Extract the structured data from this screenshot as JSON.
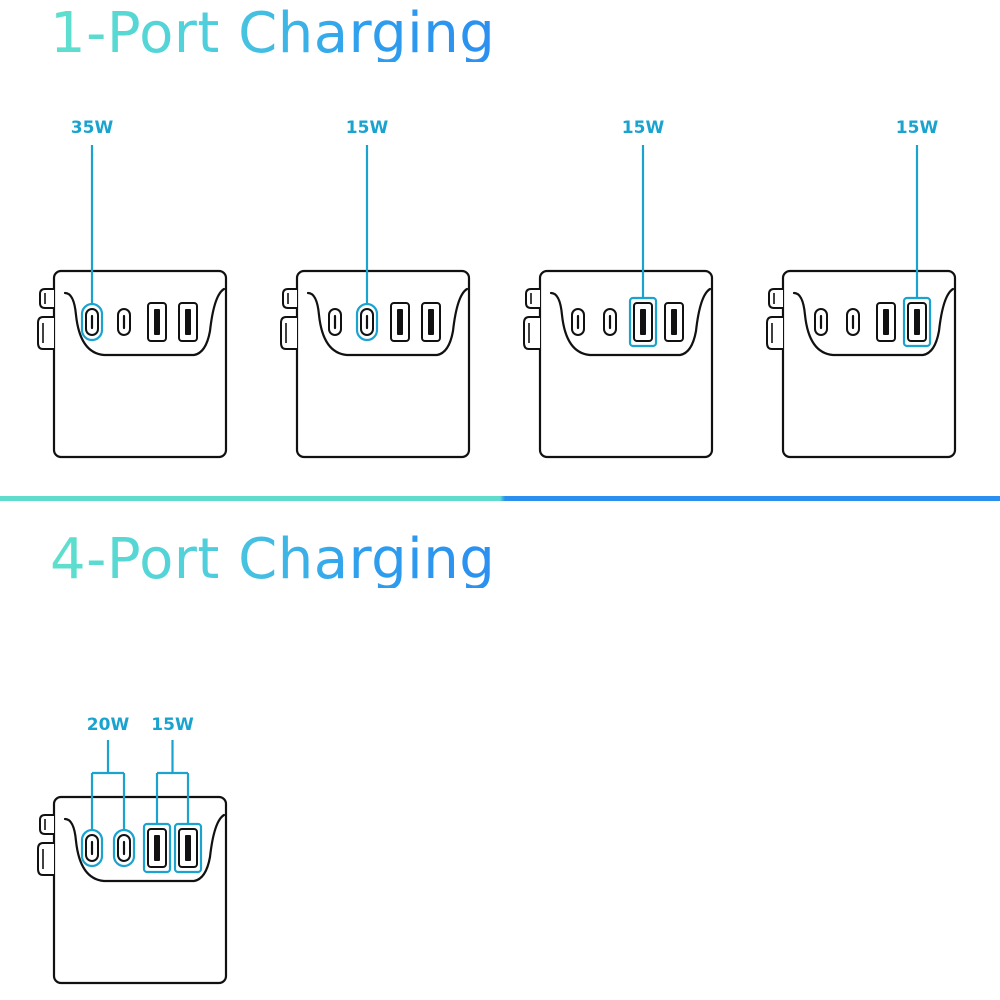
{
  "sections": {
    "single": {
      "title": "1-Port Charging"
    },
    "multi": {
      "title": "4-Port Charging"
    }
  },
  "colors": {
    "accent": "#1aa3cf",
    "gradient_start": "#5fe0cc",
    "gradient_end": "#2b8ff0",
    "outline": "#111111"
  },
  "single_port_diagrams": [
    {
      "label": "35W",
      "active_port": 1,
      "port_type": "usb-c"
    },
    {
      "label": "15W",
      "active_port": 2,
      "port_type": "usb-c"
    },
    {
      "label": "15W",
      "active_port": 3,
      "port_type": "usb-a"
    },
    {
      "label": "15W",
      "active_port": 4,
      "port_type": "usb-a"
    }
  ],
  "multi_port_diagram": {
    "groups": [
      {
        "label": "20W",
        "ports": [
          1,
          2
        ],
        "port_type": "usb-c"
      },
      {
        "label": "15W",
        "ports": [
          3,
          4
        ],
        "port_type": "usb-a"
      }
    ]
  },
  "port_layout": [
    "usb-c",
    "usb-c",
    "usb-a",
    "usb-a"
  ]
}
